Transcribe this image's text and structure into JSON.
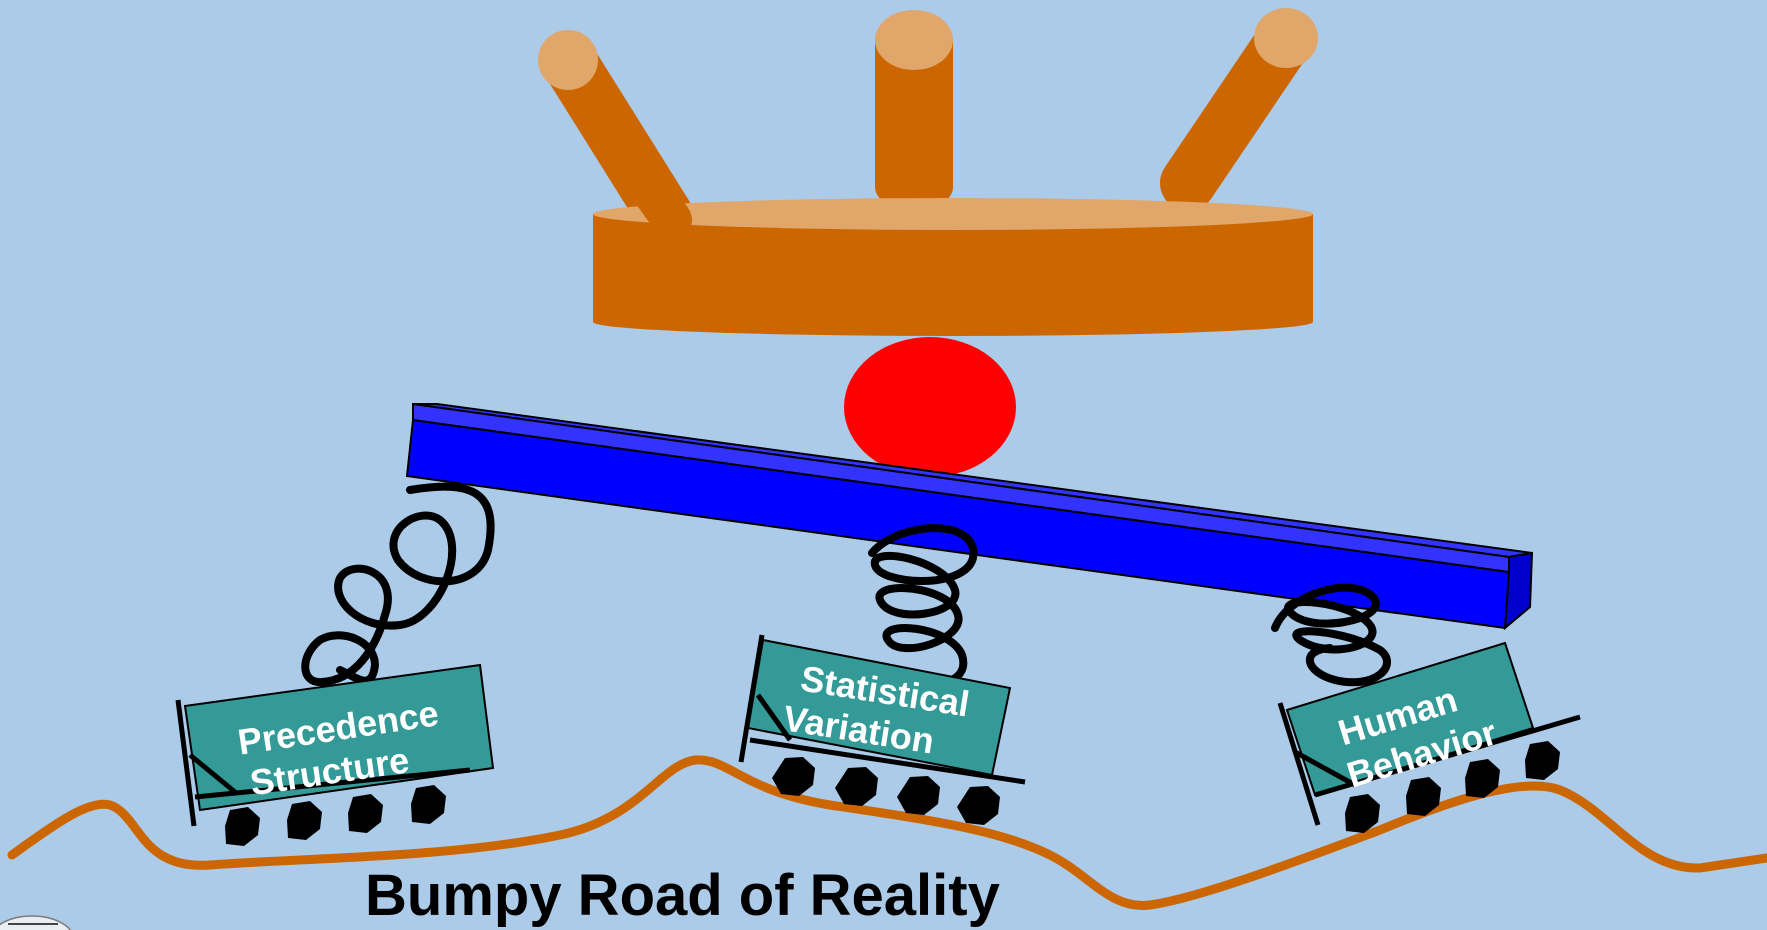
{
  "diagram": {
    "road_label": "Bumpy Road of Reality",
    "carts": [
      {
        "line1": "Precedence",
        "line2": "Structure"
      },
      {
        "line1": "Statistical",
        "line2": "Variation"
      },
      {
        "line1": "Human",
        "line2": "Behavior"
      }
    ],
    "colors": {
      "background": "#abcbe8",
      "wood": "#cc6600",
      "wood_top": "#e0a66a",
      "beam": "#0000ff",
      "beam_top": "#3333ff",
      "ball": "#ff0000",
      "cart": "#349a98",
      "road": "#cc6600",
      "spring": "#000000"
    }
  }
}
